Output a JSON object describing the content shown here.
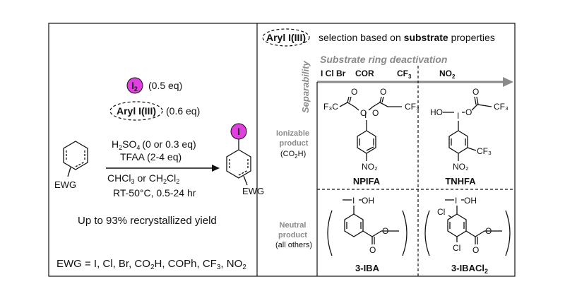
{
  "header": {
    "aryl_label": "Aryl I(III)",
    "selection_text": "selection based on",
    "substrate_word": "substrate",
    "properties_word": "properties"
  },
  "axes": {
    "x_title": "Substrate ring deactivation",
    "y_title": "Separability",
    "substituent_1": "I Cl Br",
    "substituent_2": "COR",
    "substituent_3": "CF",
    "substituent_3_sub": "3",
    "substituent_4": "NO",
    "substituent_4_sub": "2"
  },
  "rows": {
    "ionizable_line1": "Ionizable",
    "ionizable_line2": "product",
    "ionizable_line3": "(CO",
    "ionizable_line3_sub": "2",
    "ionizable_line3_end": "H)",
    "neutral_line1": "Neutral",
    "neutral_line2": "product",
    "neutral_line3": "(all others)"
  },
  "compounds": {
    "npifa": "NPIFA",
    "tnhfa": "TNHFA",
    "iba": "3-IBA",
    "ibacl": "3-IBACl",
    "ibacl_sub": "2"
  },
  "atoms": {
    "f3c": "F₃C",
    "cf3": "CF₃",
    "o": "O",
    "i": "I",
    "ho": "HO",
    "oh": "OH",
    "no2": "NO₂",
    "cl": "Cl"
  },
  "reaction": {
    "i2": "I",
    "i2_sub": "2",
    "i2_eq": "(0.5 eq)",
    "aryl_label": "Aryl I(III)",
    "aryl_eq": "(0.6 eq)",
    "acid_a": "H",
    "acid_sub1": "2",
    "acid_b": "SO",
    "acid_sub2": "4",
    "acid_eq": "(0 or 0.3 eq)",
    "tfaa": "TFAA (2-4 eq)",
    "solvent_a": "CHCl",
    "solvent_sub1": "3",
    "solvent_b": "or CH",
    "solvent_sub2": "2",
    "solvent_c": "Cl",
    "solvent_sub3": "2",
    "temp": "RT-50°C, 0.5-24 hr",
    "ewg_left": "EWG",
    "ewg_right": "EWG",
    "product_i": "I",
    "yield": "Up to 93% recrystallized yield"
  },
  "footer": {
    "ewg_prefix": "EWG = I, Cl, Br, CO",
    "ewg_sub1": "2",
    "ewg_mid": "H, COPh, CF",
    "ewg_sub2": "3",
    "ewg_mid2": ", NO",
    "ewg_sub3": "2"
  },
  "colors": {
    "magenta": "#e040e0",
    "axis_gray": "#8a8a8a",
    "line": "#111111"
  }
}
